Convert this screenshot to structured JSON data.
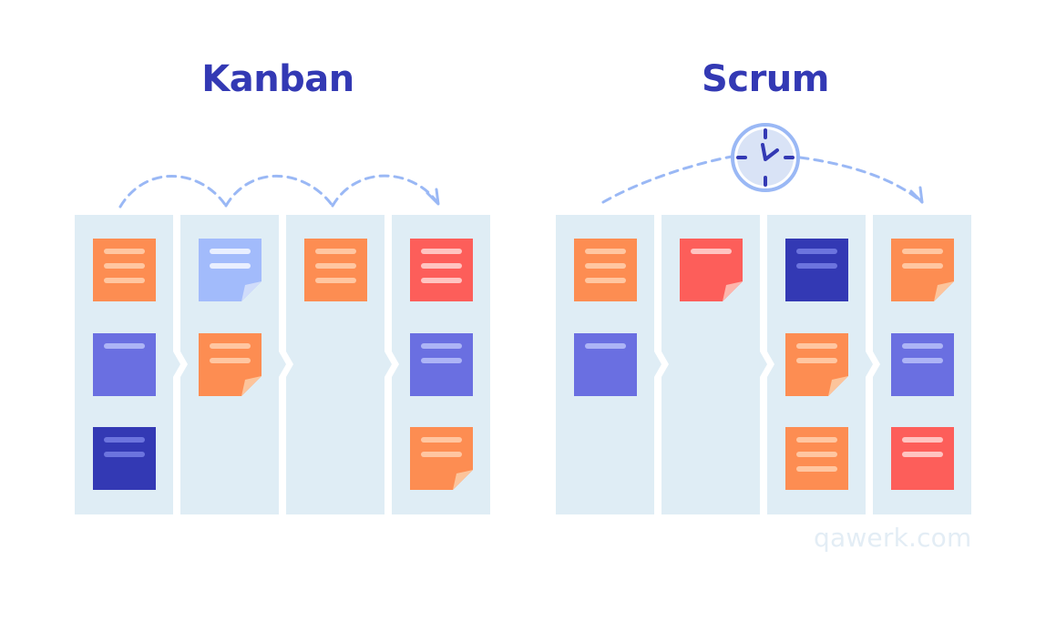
{
  "titles": {
    "kanban": "Kanban",
    "scrum": "Scrum"
  },
  "watermark": "qawerk.com",
  "colors": {
    "title": "#3339b4",
    "column": "#dfedf5",
    "arrow": "#9ab8f5",
    "orange": "#fd8d52",
    "red": "#fd5e5a",
    "purple": "#6a6fe1",
    "navy": "#3339b4",
    "lightblue": "#a2bbfb",
    "clock_face": "#d9e3f6",
    "clock_hand": "#3339b4",
    "clock_ring": "#9ab8f5"
  },
  "boards": [
    {
      "name": "kanban",
      "arrow_style": "hops",
      "columns": [
        {
          "notes": [
            {
              "color": "orange",
              "lines": 3,
              "curl": false
            },
            {
              "color": "purple",
              "lines": 1,
              "curl": false
            },
            {
              "color": "navy",
              "lines": 2,
              "curl": false
            }
          ]
        },
        {
          "notes": [
            {
              "color": "lightblue",
              "lines": 2,
              "curl": true
            },
            {
              "color": "orange",
              "lines": 2,
              "curl": true
            }
          ]
        },
        {
          "notes": [
            {
              "color": "orange",
              "lines": 3,
              "curl": false
            }
          ]
        },
        {
          "notes": [
            {
              "color": "red",
              "lines": 3,
              "curl": false
            },
            {
              "color": "purple",
              "lines": 2,
              "curl": false
            },
            {
              "color": "orange",
              "lines": 2,
              "curl": true
            }
          ]
        }
      ]
    },
    {
      "name": "scrum",
      "arrow_style": "clock",
      "columns": [
        {
          "notes": [
            {
              "color": "orange",
              "lines": 3,
              "curl": false
            },
            {
              "color": "purple",
              "lines": 1,
              "curl": false
            }
          ]
        },
        {
          "notes": [
            {
              "color": "red",
              "lines": 1,
              "curl": true
            }
          ]
        },
        {
          "notes": [
            {
              "color": "navy",
              "lines": 2,
              "curl": false
            },
            {
              "color": "orange",
              "lines": 2,
              "curl": true
            },
            {
              "color": "orange",
              "lines": 3,
              "curl": false
            }
          ]
        },
        {
          "notes": [
            {
              "color": "orange",
              "lines": 2,
              "curl": true
            },
            {
              "color": "purple",
              "lines": 2,
              "curl": false
            },
            {
              "color": "red",
              "lines": 2,
              "curl": false
            }
          ]
        }
      ]
    }
  ]
}
